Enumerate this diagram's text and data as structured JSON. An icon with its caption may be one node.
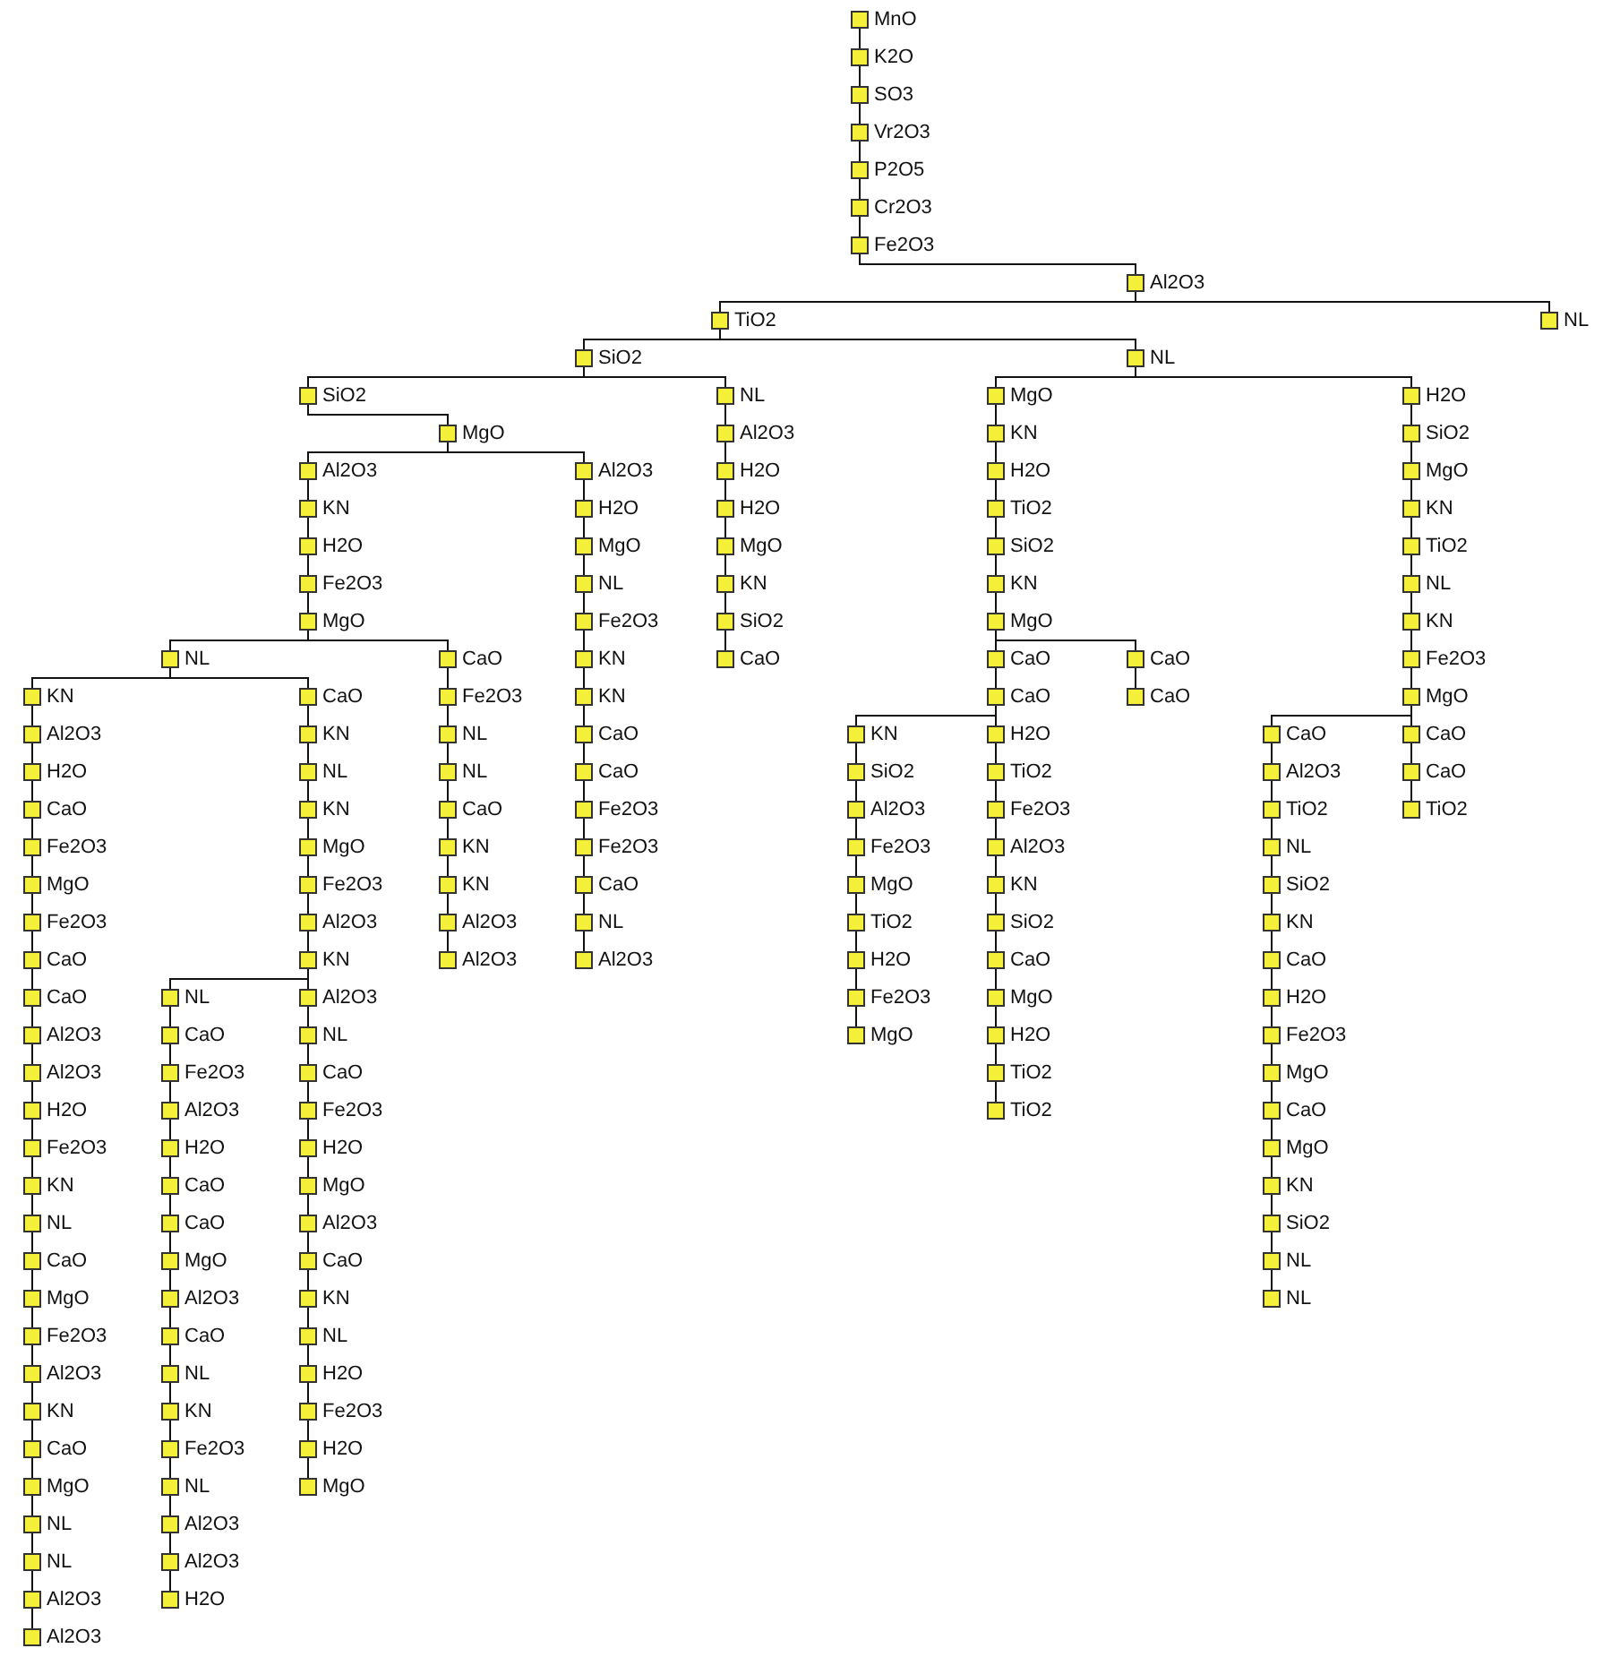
{
  "diagram": {
    "nodes": [
      {
        "text": [
          "MnO"
        ]
      },
      {
        "text": [
          "K2O"
        ]
      },
      {
        "text": [
          "SO3"
        ]
      },
      {
        "text": [
          "Vr2O3"
        ]
      },
      {
        "text": [
          "P2O5"
        ]
      },
      {
        "text": [
          "Cr2O3"
        ]
      },
      {
        "text": [
          "Fe2O3"
        ]
      },
      {
        "text": [
          "Al2O3"
        ]
      },
      {
        "text": [
          "TiO2"
        ]
      },
      {
        "text": [
          "SiO2"
        ]
      },
      {
        "text": [
          "SiO2"
        ]
      },
      {
        "text": [
          "MgO"
        ]
      },
      {
        "text": [
          "Al2O3"
        ]
      },
      {
        "text": [
          "KN"
        ]
      },
      {
        "text": [
          "H2O"
        ]
      },
      {
        "text": [
          "Fe2O3"
        ]
      },
      {
        "text": [
          "MgO"
        ]
      },
      {
        "text": [
          "NL"
        ]
      },
      {
        "text": [
          "KN"
        ]
      },
      {
        "text": [
          "Al2O3"
        ]
      },
      {
        "text": [
          "H2O"
        ]
      },
      {
        "text": [
          "CaO"
        ]
      },
      {
        "text": [
          "Fe2O3"
        ]
      },
      {
        "text": [
          "MgO"
        ]
      },
      {
        "text": [
          "Fe2O3"
        ]
      },
      {
        "text": [
          "CaO"
        ]
      },
      {
        "text": [
          "CaO"
        ]
      },
      {
        "text": [
          "Al2O3"
        ]
      },
      {
        "text": [
          "Al2O3"
        ]
      },
      {
        "text": [
          "H2O"
        ]
      },
      {
        "text": [
          "Fe2O3"
        ]
      },
      {
        "text": [
          "KN"
        ]
      },
      {
        "text": [
          "NL"
        ]
      },
      {
        "text": [
          "CaO"
        ]
      },
      {
        "text": [
          "MgO"
        ]
      },
      {
        "text": [
          "Fe2O3"
        ]
      },
      {
        "text": [
          "Al2O3"
        ]
      },
      {
        "text": [
          "KN"
        ]
      },
      {
        "text": [
          "CaO"
        ]
      },
      {
        "text": [
          "MgO"
        ]
      },
      {
        "text": [
          "NL"
        ]
      },
      {
        "text": [
          "NL"
        ]
      },
      {
        "text": [
          "Al2O3"
        ]
      },
      {
        "text": [
          "Al2O3"
        ]
      },
      {
        "text": [
          "CaO"
        ]
      },
      {
        "text": [
          "KN"
        ]
      },
      {
        "text": [
          "NL"
        ]
      },
      {
        "text": [
          "KN"
        ]
      },
      {
        "text": [
          "MgO"
        ]
      },
      {
        "text": [
          "Fe2O3"
        ]
      },
      {
        "text": [
          "Al2O3"
        ]
      },
      {
        "text": [
          "KN"
        ]
      },
      {
        "text": [
          "NL"
        ]
      },
      {
        "text": [
          "CaO"
        ]
      },
      {
        "text": [
          "Fe2O3"
        ]
      },
      {
        "text": [
          "Al2O3"
        ]
      },
      {
        "text": [
          "H2O"
        ]
      },
      {
        "text": [
          "CaO"
        ]
      },
      {
        "text": [
          "CaO"
        ]
      },
      {
        "text": [
          "MgO"
        ]
      },
      {
        "text": [
          "Al2O3"
        ]
      },
      {
        "text": [
          "CaO"
        ]
      },
      {
        "text": [
          "NL"
        ]
      },
      {
        "text": [
          "KN"
        ]
      },
      {
        "text": [
          "Fe2O3"
        ]
      },
      {
        "text": [
          "NL"
        ]
      },
      {
        "text": [
          "Al2O3"
        ]
      },
      {
        "text": [
          "Al2O3"
        ]
      },
      {
        "text": [
          "H2O"
        ]
      },
      {
        "text": [
          "Al2O3"
        ]
      },
      {
        "text": [
          "NL"
        ]
      },
      {
        "text": [
          "CaO"
        ]
      },
      {
        "text": [
          "Fe2O3"
        ]
      },
      {
        "text": [
          "H2O"
        ]
      },
      {
        "text": [
          "MgO"
        ]
      },
      {
        "text": [
          "Al2O3"
        ]
      },
      {
        "text": [
          "CaO"
        ]
      },
      {
        "text": [
          "KN"
        ]
      },
      {
        "text": [
          "NL"
        ]
      },
      {
        "text": [
          "H2O"
        ]
      },
      {
        "text": [
          "Fe2O3"
        ]
      },
      {
        "text": [
          "H2O"
        ]
      },
      {
        "text": [
          "MgO"
        ]
      },
      {
        "text": [
          "CaO"
        ]
      },
      {
        "text": [
          "Fe2O3"
        ]
      },
      {
        "text": [
          "NL"
        ]
      },
      {
        "text": [
          "NL"
        ]
      },
      {
        "text": [
          "CaO"
        ]
      },
      {
        "text": [
          "KN"
        ]
      },
      {
        "text": [
          "KN"
        ]
      },
      {
        "text": [
          "Al2O3"
        ]
      },
      {
        "text": [
          "Al2O3"
        ]
      },
      {
        "text": [
          "Al2O3"
        ]
      },
      {
        "text": [
          "H2O"
        ]
      },
      {
        "text": [
          "MgO"
        ]
      },
      {
        "text": [
          "NL"
        ]
      },
      {
        "text": [
          "Fe2O3"
        ]
      },
      {
        "text": [
          "KN"
        ]
      },
      {
        "text": [
          "KN"
        ]
      },
      {
        "text": [
          "CaO"
        ]
      },
      {
        "text": [
          "CaO"
        ]
      },
      {
        "text": [
          "Fe2O3"
        ]
      },
      {
        "text": [
          "Fe2O3"
        ]
      },
      {
        "text": [
          "CaO"
        ]
      },
      {
        "text": [
          "NL"
        ]
      },
      {
        "text": [
          "Al2O3"
        ]
      },
      {
        "text": [
          "NL"
        ]
      },
      {
        "text": [
          "Al2O3"
        ]
      },
      {
        "text": [
          "H2O"
        ]
      },
      {
        "text": [
          "H2O"
        ]
      },
      {
        "text": [
          "MgO"
        ]
      },
      {
        "text": [
          "KN"
        ]
      },
      {
        "text": [
          "SiO2"
        ]
      },
      {
        "text": [
          "CaO"
        ]
      },
      {
        "text": [
          "NL"
        ]
      },
      {
        "text": [
          "MgO"
        ]
      },
      {
        "text": [
          "KN"
        ]
      },
      {
        "text": [
          "H2O"
        ]
      },
      {
        "text": [
          "TiO2"
        ]
      },
      {
        "text": [
          "SiO2"
        ]
      },
      {
        "text": [
          "KN"
        ]
      },
      {
        "text": [
          "MgO"
        ]
      },
      {
        "text": [
          "CaO"
        ]
      },
      {
        "text": [
          "CaO"
        ]
      },
      {
        "text": [
          "KN"
        ]
      },
      {
        "text": [
          "SiO2"
        ]
      },
      {
        "text": [
          "Al2O3"
        ]
      },
      {
        "text": [
          "Fe2O3"
        ]
      },
      {
        "text": [
          "MgO"
        ]
      },
      {
        "text": [
          "TiO2"
        ]
      },
      {
        "text": [
          "H2O"
        ]
      },
      {
        "text": [
          "Fe2O3"
        ]
      },
      {
        "text": [
          "MgO"
        ]
      },
      {
        "text": [
          "H2O"
        ]
      },
      {
        "text": [
          "TiO2"
        ]
      },
      {
        "text": [
          "Fe2O3"
        ]
      },
      {
        "text": [
          "Al2O3"
        ]
      },
      {
        "text": [
          "KN"
        ]
      },
      {
        "text": [
          "SiO2"
        ]
      },
      {
        "text": [
          "CaO"
        ]
      },
      {
        "text": [
          "MgO"
        ]
      },
      {
        "text": [
          "H2O"
        ]
      },
      {
        "text": [
          "TiO2"
        ]
      },
      {
        "text": [
          "TiO2"
        ]
      },
      {
        "text": [
          "CaO"
        ]
      },
      {
        "text": [
          "CaO"
        ]
      },
      {
        "text": [
          "H2O"
        ]
      },
      {
        "text": [
          "SiO2"
        ]
      },
      {
        "text": [
          "MgO"
        ]
      },
      {
        "text": [
          "KN"
        ]
      },
      {
        "text": [
          "TiO2"
        ]
      },
      {
        "text": [
          "NL"
        ]
      },
      {
        "text": [
          "KN"
        ]
      },
      {
        "text": [
          "Fe2O3"
        ]
      },
      {
        "text": [
          "MgO"
        ]
      },
      {
        "text": [
          "CaO"
        ]
      },
      {
        "text": [
          "Al2O3"
        ]
      },
      {
        "text": [
          "TiO2"
        ]
      },
      {
        "text": [
          "NL"
        ]
      },
      {
        "text": [
          "SiO2"
        ]
      },
      {
        "text": [
          "KN"
        ]
      },
      {
        "text": [
          "CaO"
        ]
      },
      {
        "text": [
          "H2O"
        ]
      },
      {
        "text": [
          "Fe2O3"
        ]
      },
      {
        "text": [
          "MgO"
        ]
      },
      {
        "text": [
          "CaO"
        ]
      },
      {
        "text": [
          "MgO"
        ]
      },
      {
        "text": [
          "KN"
        ]
      },
      {
        "text": [
          "SiO2"
        ]
      },
      {
        "text": [
          "NL"
        ]
      },
      {
        "text": [
          "NL"
        ]
      },
      {
        "text": [
          "CaO"
        ]
      },
      {
        "text": [
          "CaO"
        ]
      },
      {
        "text": [
          "TiO2"
        ]
      },
      {
        "text": [
          "NL"
        ]
      }
    ],
    "edges": [
      {
        "from": 0,
        "to": 1,
        "arrow": "none"
      },
      {
        "from": 1,
        "to": 2,
        "arrow": "none"
      },
      {
        "from": 2,
        "to": 3,
        "arrow": "none"
      },
      {
        "from": 3,
        "to": 4,
        "arrow": "none"
      },
      {
        "from": 4,
        "to": 5,
        "arrow": "none"
      },
      {
        "from": 5,
        "to": 6,
        "arrow": "none"
      },
      {
        "from": 6,
        "to": 7,
        "arrow": "none"
      },
      {
        "from": 7,
        "to": 8,
        "arrow": "none"
      },
      {
        "from": 7,
        "to": 174,
        "arrow": "none"
      },
      {
        "from": 8,
        "to": 9,
        "arrow": "none"
      },
      {
        "from": 8,
        "to": 114,
        "arrow": "none"
      },
      {
        "from": 9,
        "to": 10,
        "arrow": "none"
      },
      {
        "from": 9,
        "to": 106,
        "arrow": "none"
      },
      {
        "from": 10,
        "to": 11,
        "arrow": "none"
      },
      {
        "from": 11,
        "to": 12,
        "arrow": "none"
      },
      {
        "from": 11,
        "to": 92,
        "arrow": "none"
      },
      {
        "from": 12,
        "to": 13,
        "arrow": "none"
      },
      {
        "from": 13,
        "to": 14,
        "arrow": "none"
      },
      {
        "from": 14,
        "to": 15,
        "arrow": "none"
      },
      {
        "from": 15,
        "to": 16,
        "arrow": "none"
      },
      {
        "from": 16,
        "to": 17,
        "arrow": "none"
      },
      {
        "from": 16,
        "to": 83,
        "arrow": "none"
      },
      {
        "from": 17,
        "to": 18,
        "arrow": "none"
      },
      {
        "from": 17,
        "to": 44,
        "arrow": "none"
      },
      {
        "from": 18,
        "to": 19,
        "arrow": "none"
      },
      {
        "from": 19,
        "to": 20,
        "arrow": "none"
      },
      {
        "from": 20,
        "to": 21,
        "arrow": "none"
      },
      {
        "from": 21,
        "to": 22,
        "arrow": "none"
      },
      {
        "from": 22,
        "to": 23,
        "arrow": "none"
      },
      {
        "from": 23,
        "to": 24,
        "arrow": "none"
      },
      {
        "from": 24,
        "to": 25,
        "arrow": "none"
      },
      {
        "from": 25,
        "to": 26,
        "arrow": "none"
      },
      {
        "from": 26,
        "to": 27,
        "arrow": "none"
      },
      {
        "from": 27,
        "to": 28,
        "arrow": "none"
      },
      {
        "from": 28,
        "to": 29,
        "arrow": "none"
      },
      {
        "from": 29,
        "to": 30,
        "arrow": "none"
      },
      {
        "from": 30,
        "to": 31,
        "arrow": "none"
      },
      {
        "from": 31,
        "to": 32,
        "arrow": "none"
      },
      {
        "from": 32,
        "to": 33,
        "arrow": "none"
      },
      {
        "from": 33,
        "to": 34,
        "arrow": "none"
      },
      {
        "from": 34,
        "to": 35,
        "arrow": "none"
      },
      {
        "from": 35,
        "to": 36,
        "arrow": "none"
      },
      {
        "from": 36,
        "to": 37,
        "arrow": "none"
      },
      {
        "from": 37,
        "to": 38,
        "arrow": "none"
      },
      {
        "from": 38,
        "to": 39,
        "arrow": "none"
      },
      {
        "from": 39,
        "to": 40,
        "arrow": "none"
      },
      {
        "from": 40,
        "to": 41,
        "arrow": "none"
      },
      {
        "from": 41,
        "to": 42,
        "arrow": "none"
      },
      {
        "from": 42,
        "to": 43,
        "arrow": "none"
      },
      {
        "from": 44,
        "to": 45,
        "arrow": "none"
      },
      {
        "from": 45,
        "to": 46,
        "arrow": "none"
      },
      {
        "from": 46,
        "to": 47,
        "arrow": "none"
      },
      {
        "from": 47,
        "to": 48,
        "arrow": "none"
      },
      {
        "from": 48,
        "to": 49,
        "arrow": "none"
      },
      {
        "from": 49,
        "to": 50,
        "arrow": "none"
      },
      {
        "from": 50,
        "to": 51,
        "arrow": "none"
      },
      {
        "from": 51,
        "to": 52,
        "arrow": "none"
      },
      {
        "from": 51,
        "to": 69,
        "arrow": "none"
      },
      {
        "from": 52,
        "to": 53,
        "arrow": "none"
      },
      {
        "from": 53,
        "to": 54,
        "arrow": "none"
      },
      {
        "from": 54,
        "to": 55,
        "arrow": "none"
      },
      {
        "from": 55,
        "to": 56,
        "arrow": "none"
      },
      {
        "from": 56,
        "to": 57,
        "arrow": "none"
      },
      {
        "from": 57,
        "to": 58,
        "arrow": "none"
      },
      {
        "from": 58,
        "to": 59,
        "arrow": "none"
      },
      {
        "from": 59,
        "to": 60,
        "arrow": "none"
      },
      {
        "from": 60,
        "to": 61,
        "arrow": "none"
      },
      {
        "from": 61,
        "to": 62,
        "arrow": "none"
      },
      {
        "from": 62,
        "to": 63,
        "arrow": "none"
      },
      {
        "from": 63,
        "to": 64,
        "arrow": "none"
      },
      {
        "from": 64,
        "to": 65,
        "arrow": "none"
      },
      {
        "from": 65,
        "to": 66,
        "arrow": "none"
      },
      {
        "from": 66,
        "to": 67,
        "arrow": "none"
      },
      {
        "from": 67,
        "to": 68,
        "arrow": "none"
      },
      {
        "from": 69,
        "to": 70,
        "arrow": "none"
      },
      {
        "from": 70,
        "to": 71,
        "arrow": "none"
      },
      {
        "from": 71,
        "to": 72,
        "arrow": "none"
      },
      {
        "from": 72,
        "to": 73,
        "arrow": "none"
      },
      {
        "from": 73,
        "to": 74,
        "arrow": "none"
      },
      {
        "from": 74,
        "to": 75,
        "arrow": "none"
      },
      {
        "from": 75,
        "to": 76,
        "arrow": "none"
      },
      {
        "from": 76,
        "to": 77,
        "arrow": "none"
      },
      {
        "from": 77,
        "to": 78,
        "arrow": "none"
      },
      {
        "from": 78,
        "to": 79,
        "arrow": "none"
      },
      {
        "from": 79,
        "to": 80,
        "arrow": "none"
      },
      {
        "from": 80,
        "to": 81,
        "arrow": "none"
      },
      {
        "from": 81,
        "to": 82,
        "arrow": "none"
      },
      {
        "from": 83,
        "to": 84,
        "arrow": "none"
      },
      {
        "from": 84,
        "to": 85,
        "arrow": "none"
      },
      {
        "from": 85,
        "to": 86,
        "arrow": "none"
      },
      {
        "from": 86,
        "to": 87,
        "arrow": "none"
      },
      {
        "from": 87,
        "to": 88,
        "arrow": "none"
      },
      {
        "from": 88,
        "to": 89,
        "arrow": "none"
      },
      {
        "from": 89,
        "to": 90,
        "arrow": "none"
      },
      {
        "from": 90,
        "to": 91,
        "arrow": "none"
      },
      {
        "from": 92,
        "to": 93,
        "arrow": "none"
      },
      {
        "from": 93,
        "to": 94,
        "arrow": "none"
      },
      {
        "from": 94,
        "to": 95,
        "arrow": "none"
      },
      {
        "from": 95,
        "to": 96,
        "arrow": "none"
      },
      {
        "from": 96,
        "to": 97,
        "arrow": "none"
      },
      {
        "from": 97,
        "to": 98,
        "arrow": "none"
      },
      {
        "from": 98,
        "to": 99,
        "arrow": "none"
      },
      {
        "from": 99,
        "to": 100,
        "arrow": "none"
      },
      {
        "from": 100,
        "to": 101,
        "arrow": "none"
      },
      {
        "from": 101,
        "to": 102,
        "arrow": "none"
      },
      {
        "from": 102,
        "to": 103,
        "arrow": "none"
      },
      {
        "from": 103,
        "to": 104,
        "arrow": "none"
      },
      {
        "from": 104,
        "to": 105,
        "arrow": "none"
      },
      {
        "from": 106,
        "to": 107,
        "arrow": "none"
      },
      {
        "from": 107,
        "to": 108,
        "arrow": "none"
      },
      {
        "from": 108,
        "to": 109,
        "arrow": "none"
      },
      {
        "from": 109,
        "to": 110,
        "arrow": "none"
      },
      {
        "from": 110,
        "to": 111,
        "arrow": "none"
      },
      {
        "from": 111,
        "to": 112,
        "arrow": "none"
      },
      {
        "from": 112,
        "to": 113,
        "arrow": "none"
      },
      {
        "from": 114,
        "to": 115,
        "arrow": "none"
      },
      {
        "from": 114,
        "to": 146,
        "arrow": "none"
      },
      {
        "from": 115,
        "to": 116,
        "arrow": "none"
      },
      {
        "from": 116,
        "to": 117,
        "arrow": "none"
      },
      {
        "from": 117,
        "to": 118,
        "arrow": "none"
      },
      {
        "from": 118,
        "to": 119,
        "arrow": "none"
      },
      {
        "from": 119,
        "to": 120,
        "arrow": "none"
      },
      {
        "from": 120,
        "to": 121,
        "arrow": "none"
      },
      {
        "from": 121,
        "to": 122,
        "arrow": "none"
      },
      {
        "from": 121,
        "to": 144,
        "arrow": "none"
      },
      {
        "from": 122,
        "to": 123,
        "arrow": "none"
      },
      {
        "from": 123,
        "to": 124,
        "arrow": "none"
      },
      {
        "from": 123,
        "to": 133,
        "arrow": "none"
      },
      {
        "from": 124,
        "to": 125,
        "arrow": "none"
      },
      {
        "from": 125,
        "to": 126,
        "arrow": "none"
      },
      {
        "from": 126,
        "to": 127,
        "arrow": "none"
      },
      {
        "from": 127,
        "to": 128,
        "arrow": "none"
      },
      {
        "from": 128,
        "to": 129,
        "arrow": "none"
      },
      {
        "from": 129,
        "to": 130,
        "arrow": "none"
      },
      {
        "from": 130,
        "to": 131,
        "arrow": "none"
      },
      {
        "from": 131,
        "to": 132,
        "arrow": "none"
      },
      {
        "from": 133,
        "to": 134,
        "arrow": "none"
      },
      {
        "from": 134,
        "to": 135,
        "arrow": "none"
      },
      {
        "from": 135,
        "to": 136,
        "arrow": "none"
      },
      {
        "from": 136,
        "to": 137,
        "arrow": "none"
      },
      {
        "from": 137,
        "to": 138,
        "arrow": "none"
      },
      {
        "from": 138,
        "to": 139,
        "arrow": "none"
      },
      {
        "from": 139,
        "to": 140,
        "arrow": "none"
      },
      {
        "from": 140,
        "to": 141,
        "arrow": "none"
      },
      {
        "from": 141,
        "to": 142,
        "arrow": "none"
      },
      {
        "from": 142,
        "to": 143,
        "arrow": "none"
      },
      {
        "from": 144,
        "to": 145,
        "arrow": "none"
      },
      {
        "from": 146,
        "to": 147,
        "arrow": "none"
      },
      {
        "from": 147,
        "to": 148,
        "arrow": "none"
      },
      {
        "from": 148,
        "to": 149,
        "arrow": "none"
      },
      {
        "from": 149,
        "to": 150,
        "arrow": "none"
      },
      {
        "from": 150,
        "to": 151,
        "arrow": "none"
      },
      {
        "from": 151,
        "to": 152,
        "arrow": "none"
      },
      {
        "from": 152,
        "to": 153,
        "arrow": "none"
      },
      {
        "from": 153,
        "to": 154,
        "arrow": "none"
      },
      {
        "from": 154,
        "to": 155,
        "arrow": "none"
      },
      {
        "from": 154,
        "to": 171,
        "arrow": "none"
      },
      {
        "from": 155,
        "to": 156,
        "arrow": "none"
      },
      {
        "from": 156,
        "to": 157,
        "arrow": "none"
      },
      {
        "from": 157,
        "to": 158,
        "arrow": "none"
      },
      {
        "from": 158,
        "to": 159,
        "arrow": "none"
      },
      {
        "from": 159,
        "to": 160,
        "arrow": "none"
      },
      {
        "from": 160,
        "to": 161,
        "arrow": "none"
      },
      {
        "from": 161,
        "to": 162,
        "arrow": "none"
      },
      {
        "from": 162,
        "to": 163,
        "arrow": "none"
      },
      {
        "from": 163,
        "to": 164,
        "arrow": "none"
      },
      {
        "from": 164,
        "to": 165,
        "arrow": "none"
      },
      {
        "from": 165,
        "to": 166,
        "arrow": "none"
      },
      {
        "from": 166,
        "to": 167,
        "arrow": "none"
      },
      {
        "from": 167,
        "to": 168,
        "arrow": "none"
      },
      {
        "from": 168,
        "to": 169,
        "arrow": "none"
      },
      {
        "from": 169,
        "to": 170,
        "arrow": "none"
      },
      {
        "from": 171,
        "to": 172,
        "arrow": "none"
      },
      {
        "from": 172,
        "to": 173,
        "arrow": "none"
      }
    ]
  }
}
